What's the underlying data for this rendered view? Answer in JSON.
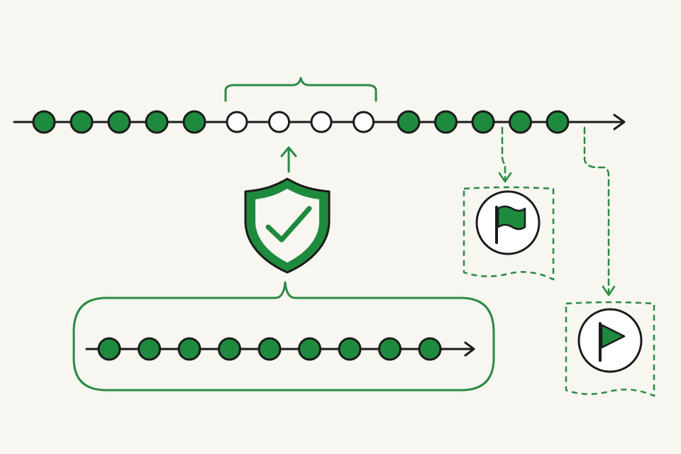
{
  "colors": {
    "background": "#f8f6f0",
    "ink": "#1b1b1b",
    "green_fill": "#1e8a3e",
    "green_stroke": "#2a8a45",
    "hollow_fill": "#ffffff"
  },
  "main_timeline": {
    "direction": "left-to-right",
    "leading_filled_count": 5,
    "gap_hollow_count": 4,
    "trailing_filled_count": 5,
    "gap_bracket": "curly-brace-over-gap"
  },
  "verification": {
    "icon": "shield-check-icon",
    "arrow_to_gap": "up-arrow-icon",
    "replacement_sequence": {
      "filled_count": 9,
      "bracket": "rounded-brace-box"
    }
  },
  "checkpoints": [
    {
      "icon": "wavy-flag-icon",
      "connector": "dashed-arrow"
    },
    {
      "icon": "pennant-flag-icon",
      "connector": "dashed-arrow"
    }
  ]
}
